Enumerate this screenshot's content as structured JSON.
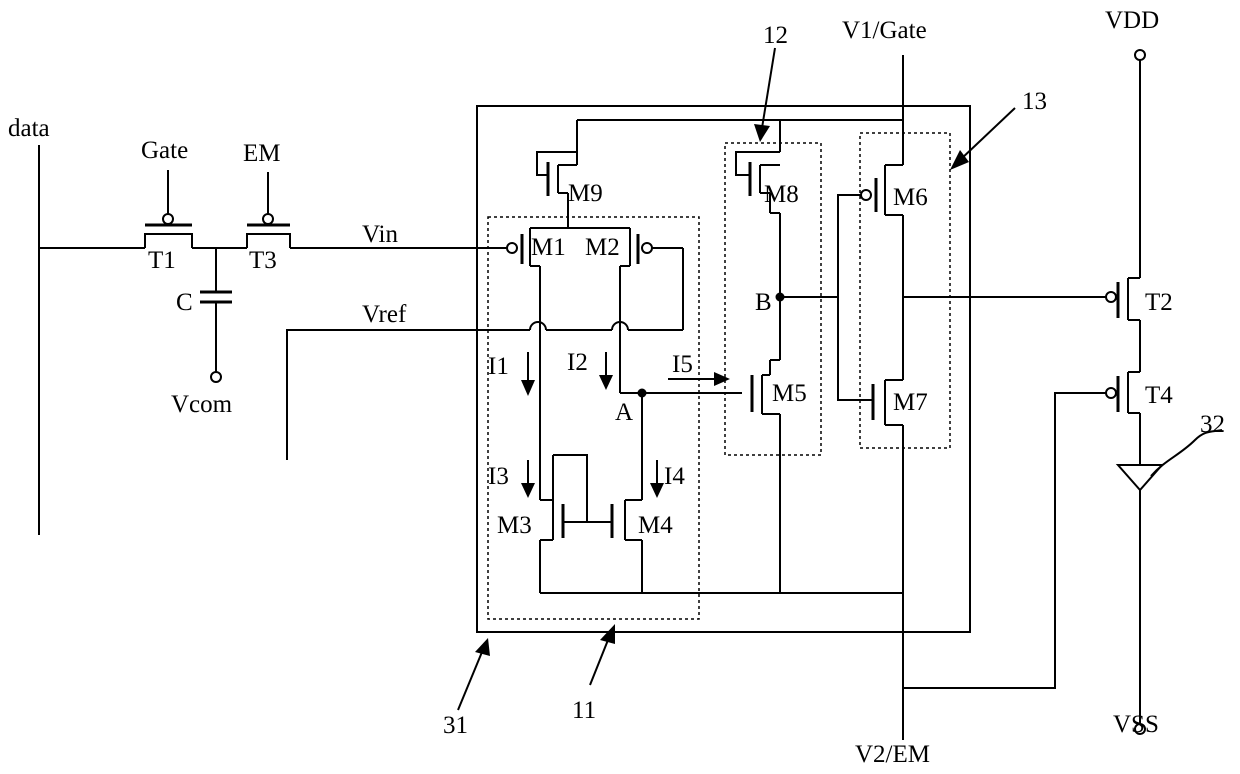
{
  "labels": {
    "data": "data",
    "gate": "Gate",
    "em": "EM",
    "t1": "T1",
    "t3": "T3",
    "c": "C",
    "vcom": "Vcom",
    "vin": "Vin",
    "vref": "Vref",
    "m1": "M1",
    "m2": "M2",
    "m3": "M3",
    "m4": "M4",
    "m5": "M5",
    "m6": "M6",
    "m7": "M7",
    "m8": "M8",
    "m9": "M9",
    "i1": "I1",
    "i2": "I2",
    "i3": "I3",
    "i4": "I4",
    "i5": "I5",
    "node_a": "A",
    "node_b": "B",
    "v1_gate": "V1/Gate",
    "v2_em": "V2/EM",
    "vdd": "VDD",
    "vss": "VSS",
    "t2": "T2",
    "t4": "T4",
    "ref_11": "11",
    "ref_12": "12",
    "ref_13": "13",
    "ref_31": "31",
    "ref_32": "32"
  }
}
